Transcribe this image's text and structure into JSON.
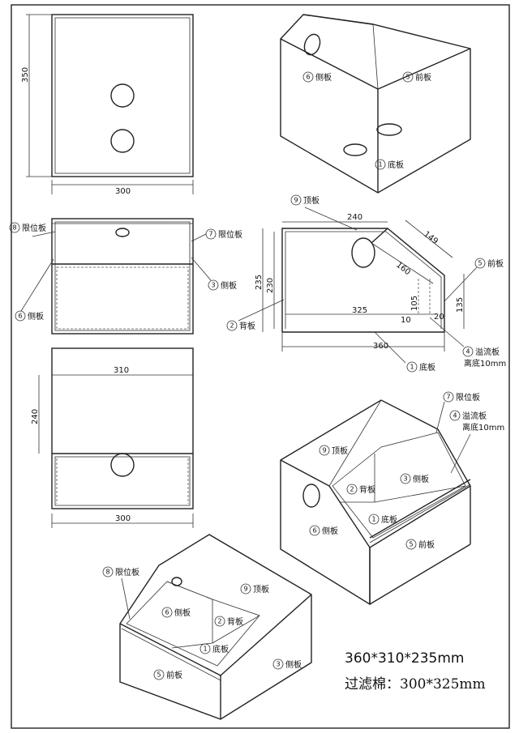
{
  "parts": {
    "p1": {
      "num": "1",
      "name": "底板"
    },
    "p2": {
      "num": "2",
      "name": "背板"
    },
    "p3": {
      "num": "3",
      "name": "侧板"
    },
    "p4": {
      "num": "4",
      "name": "溢流板",
      "note": "离底10mm"
    },
    "p5": {
      "num": "5",
      "name": "前板"
    },
    "p6": {
      "num": "6",
      "name": "侧板"
    },
    "p7": {
      "num": "7",
      "name": "限位板"
    },
    "p8": {
      "num": "8",
      "name": "限位板"
    },
    "p9": {
      "num": "9",
      "name": "顶板"
    }
  },
  "dims": {
    "top_h": "350",
    "top_w": "300",
    "mid_h1": "235",
    "mid_h2": "230",
    "mid_top": "240",
    "mid_slope1": "149",
    "mid_slope2": "160",
    "mid_base": "325",
    "mid_bottom": "360",
    "mid_v1": "105",
    "mid_v2": "135",
    "mid_gap1": "10",
    "mid_gap2": "20",
    "plan_w": "310",
    "plan_h": "240",
    "plan_base": "300"
  },
  "footer": {
    "size": "360*310*235mm",
    "filter": "过滤棉：300*325mm"
  }
}
